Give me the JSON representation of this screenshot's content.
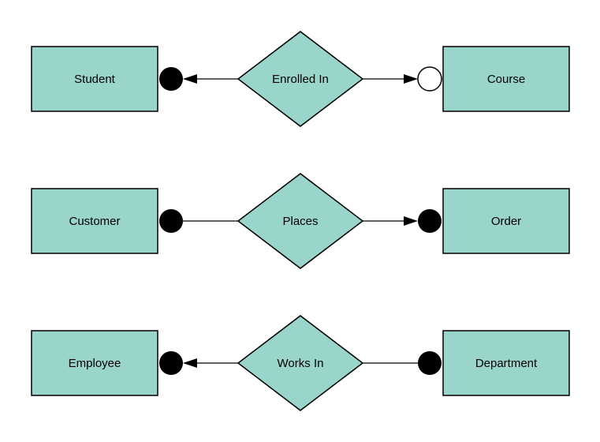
{
  "colors": {
    "background": "#ffffff",
    "shape_fill": "#99d5ca",
    "shape_stroke": "#000000",
    "connector": "#000000",
    "filled_dot": "#000000",
    "open_dot_fill": "#ffffff",
    "arrowhead": "#000000",
    "text": "#000000"
  },
  "rows": [
    {
      "left_entity": "Student",
      "relationship": "Enrolled In",
      "right_entity": "Course",
      "left_dot": "filled",
      "right_dot": "open",
      "left_arrow": "points-left-at-student",
      "right_arrow": "points-right-at-course"
    },
    {
      "left_entity": "Customer",
      "relationship": "Places",
      "right_entity": "Order",
      "left_dot": "filled",
      "right_dot": "filled",
      "left_arrow": "none",
      "right_arrow": "points-right-at-order"
    },
    {
      "left_entity": "Employee",
      "relationship": "Works In",
      "right_entity": "Department",
      "left_dot": "filled",
      "right_dot": "filled",
      "left_arrow": "points-left-at-employee",
      "right_arrow": "none"
    }
  ]
}
